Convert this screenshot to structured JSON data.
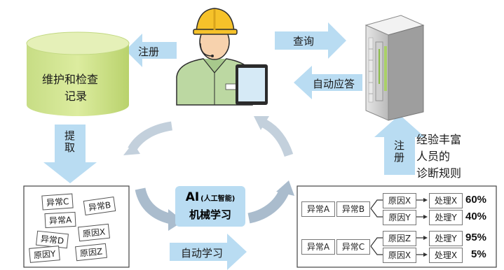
{
  "labels": {
    "register_top": "注册",
    "query": "查询",
    "auto_answer": "自动应答",
    "db_line1": "维护和检查",
    "db_line2": "记录",
    "extract": "提取",
    "register_side": "注册",
    "expert_line1": "经验丰富",
    "expert_line2": "人员的",
    "expert_line3": "诊断规则",
    "auto_learn": "自动学习"
  },
  "ai_box": {
    "ai": "AI",
    "ai_sub": "(人工智能)",
    "ml": "机械学习"
  },
  "cards": [
    "异常C",
    "异常B",
    "异常A",
    "原因X",
    "异常D",
    "原因Y",
    "原因Z"
  ],
  "rules": {
    "group1": {
      "a": "异常A",
      "b": "异常B",
      "rows": [
        {
          "cause": "原因X",
          "action": "处理X",
          "pct": "60%"
        },
        {
          "cause": "原因Y",
          "action": "处理Y",
          "pct": "40%"
        }
      ]
    },
    "group2": {
      "a": "异常A",
      "b": "异常C",
      "rows": [
        {
          "cause": "原因Z",
          "action": "处理Y",
          "pct": "95%"
        },
        {
          "cause": "原因X",
          "action": "处理X",
          "pct": "5%"
        }
      ]
    }
  }
}
